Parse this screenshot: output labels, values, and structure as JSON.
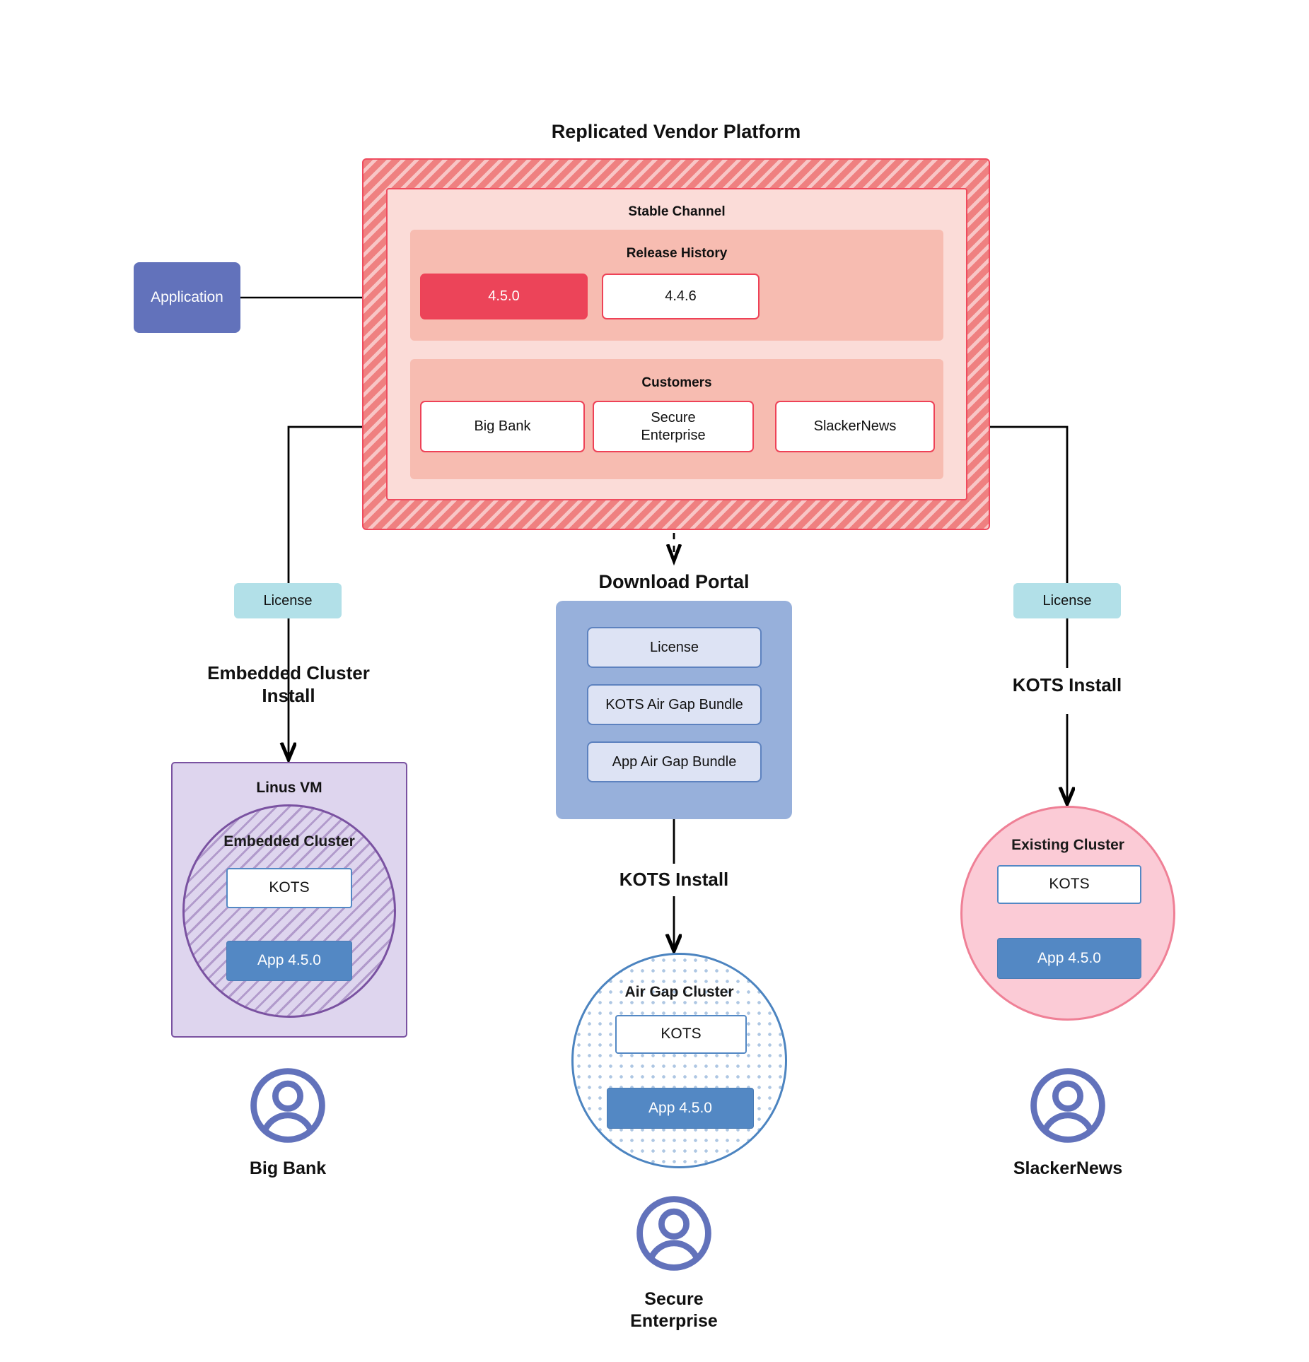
{
  "diagram": {
    "title": "Replicated Vendor Platform",
    "accent_red": "#ee4257",
    "accent_blue": "#5388c4",
    "accent_purple": "#6272bb",
    "accent_teal": "#b2e0e8"
  },
  "application": {
    "label": "Application"
  },
  "platform": {
    "title": "Replicated Vendor Platform",
    "channel": {
      "title": "Stable Channel",
      "release_history": {
        "title": "Release History",
        "releases": [
          {
            "version": "4.5.0",
            "state": "current"
          },
          {
            "version": "4.4.6",
            "state": "past"
          }
        ]
      },
      "customers": {
        "title": "Customers",
        "items": [
          {
            "name": "Big Bank"
          },
          {
            "name": "Secure\nEnterprise"
          },
          {
            "name": "SlackerNews"
          }
        ]
      }
    }
  },
  "branches": {
    "left": {
      "license_label": "License",
      "install_label": "Embedded Cluster\nInstall",
      "vm": {
        "title": "Linus VM",
        "cluster_title": "Embedded Cluster",
        "kots_label": "KOTS",
        "app_label": "App 4.5.0"
      },
      "persona": {
        "name": "Big Bank",
        "icon": "user-avatar-icon"
      }
    },
    "center": {
      "portal_title": "Download  Portal",
      "portal_items": [
        {
          "label": "License"
        },
        {
          "label": "KOTS Air Gap Bundle"
        },
        {
          "label": "App Air Gap Bundle"
        }
      ],
      "install_label": "KOTS Install",
      "cluster": {
        "title": "Air Gap Cluster",
        "kots_label": "KOTS",
        "app_label": "App 4.5.0"
      },
      "persona": {
        "name": "Secure\nEnterprise",
        "icon": "user-avatar-icon"
      }
    },
    "right": {
      "license_label": "License",
      "install_label": "KOTS Install",
      "cluster": {
        "title": "Existing Cluster",
        "kots_label": "KOTS",
        "app_label": "App 4.5.0"
      },
      "persona": {
        "name": "SlackerNews",
        "icon": "user-avatar-icon"
      }
    }
  }
}
